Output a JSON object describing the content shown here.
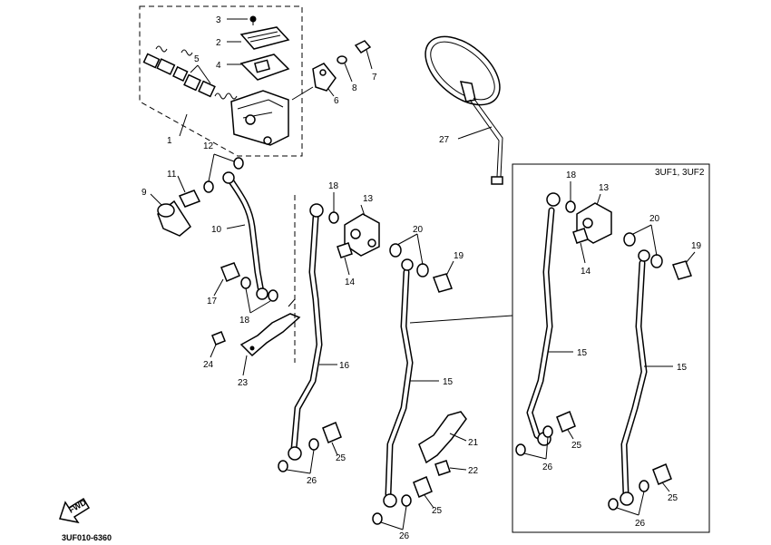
{
  "variant_label": "3UF1, 3UF2",
  "reference_code": "3UF010-6360",
  "front_arrow_label": "FWD",
  "callouts": {
    "c1": "1",
    "c2": "2",
    "c3": "3",
    "c4": "4",
    "c5": "5",
    "c6": "6",
    "c7": "7",
    "c8": "8",
    "c9": "9",
    "c10": "10",
    "c11": "11",
    "c12": "12",
    "c13": "13",
    "c14": "14",
    "c15": "15",
    "c16": "16",
    "c17": "17",
    "c18": "18",
    "c19": "19",
    "c20": "20",
    "c21": "21",
    "c22": "22",
    "c23": "23",
    "c24": "24",
    "c25": "25",
    "c26": "26",
    "c27": "27"
  }
}
